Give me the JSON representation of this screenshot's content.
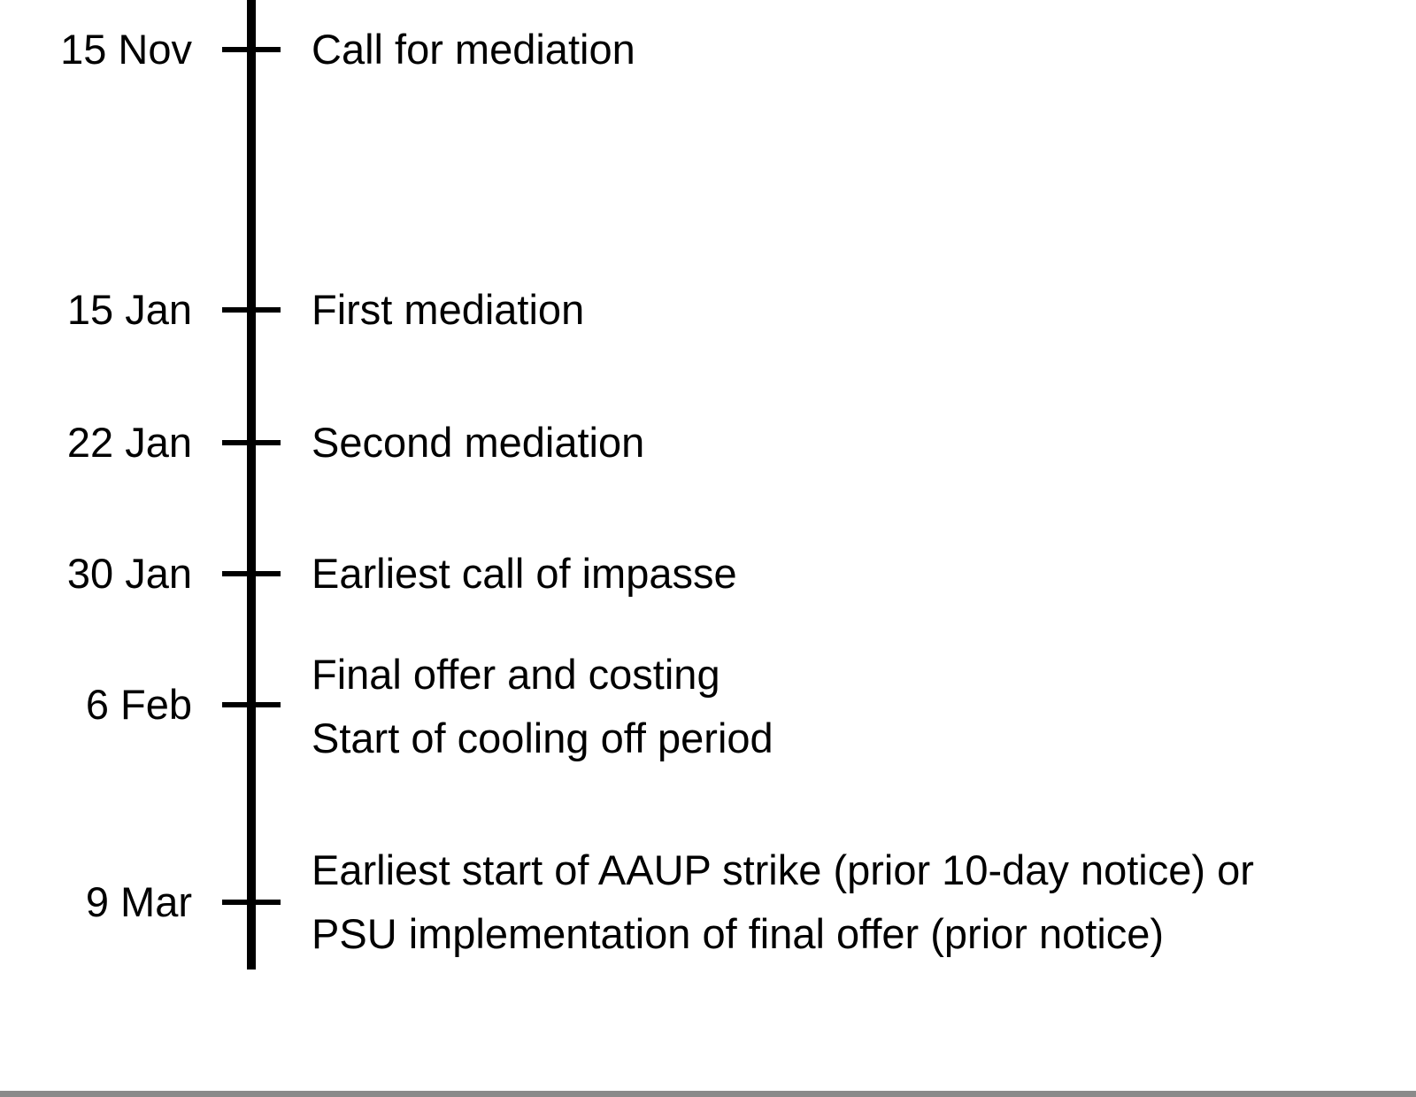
{
  "timeline": {
    "events": [
      {
        "date": "15 Nov",
        "lines": [
          "Call for mediation"
        ]
      },
      {
        "date": "15 Jan",
        "lines": [
          "First mediation"
        ]
      },
      {
        "date": "22 Jan",
        "lines": [
          "Second mediation"
        ]
      },
      {
        "date": "30 Jan",
        "lines": [
          "Earliest call of impasse"
        ]
      },
      {
        "date": "6 Feb",
        "lines": [
          "Final offer and costing",
          "Start of cooling off period"
        ]
      },
      {
        "date": "9 Mar",
        "lines": [
          "Earliest start of AAUP strike (prior 10-day notice) or",
          "PSU implementation of final offer (prior notice)"
        ]
      }
    ]
  },
  "colors": {
    "line": "#000000",
    "text": "#000000",
    "background": "#ffffff"
  }
}
